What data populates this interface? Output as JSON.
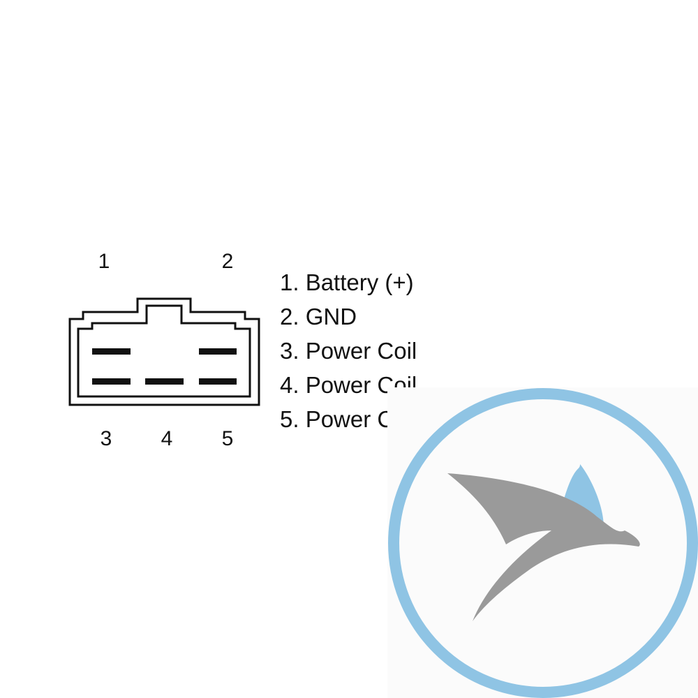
{
  "diagram": {
    "pins_top": [
      "1",
      "2"
    ],
    "pins_bottom": [
      "3",
      "4",
      "5"
    ],
    "legend": [
      "1. Battery (+)",
      "2. GND",
      "3. Power Coil",
      "4. Power Coil",
      "5. Power Coil"
    ]
  },
  "colors": {
    "line": "#111111",
    "logo_ring": "#8fc4e4",
    "logo_bird": "#9a9a9a",
    "logo_wing": "#8fc4e4",
    "logo_bg": "#fbfbfb"
  },
  "icons": {
    "connector": "5-pin-connector-icon",
    "logo": "bird-logo-icon"
  }
}
